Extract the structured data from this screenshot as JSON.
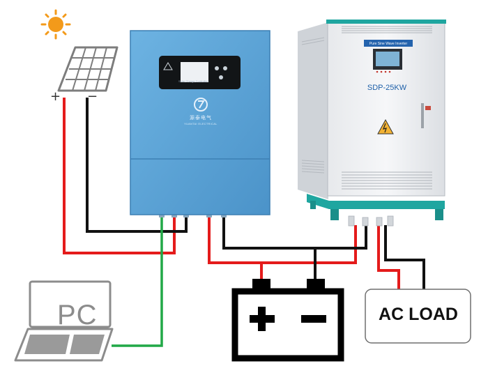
{
  "solar_panel": {
    "plus_label": "+",
    "minus_label": "−"
  },
  "controller": {
    "panel_label": "Solar Charge Controller",
    "brand_name": "源泰电气",
    "brand_sub": "YUANTAI ELECTRICAL"
  },
  "inverter": {
    "badge": "Pure Sine Wave Inverter",
    "model": "SDP-25KW"
  },
  "pc": {
    "label": "PC"
  },
  "ac_load": {
    "label": "AC LOAD"
  },
  "battery": {
    "plus": "+",
    "minus": "−"
  },
  "colors": {
    "wire_positive": "#e41b1b",
    "wire_negative": "#111111",
    "wire_data": "#21a847",
    "controller_body": "#5fa6d8",
    "inverter_body": "#f2f3f5",
    "inverter_frame": "#1fa6a0",
    "sun": "#f39a1a"
  }
}
